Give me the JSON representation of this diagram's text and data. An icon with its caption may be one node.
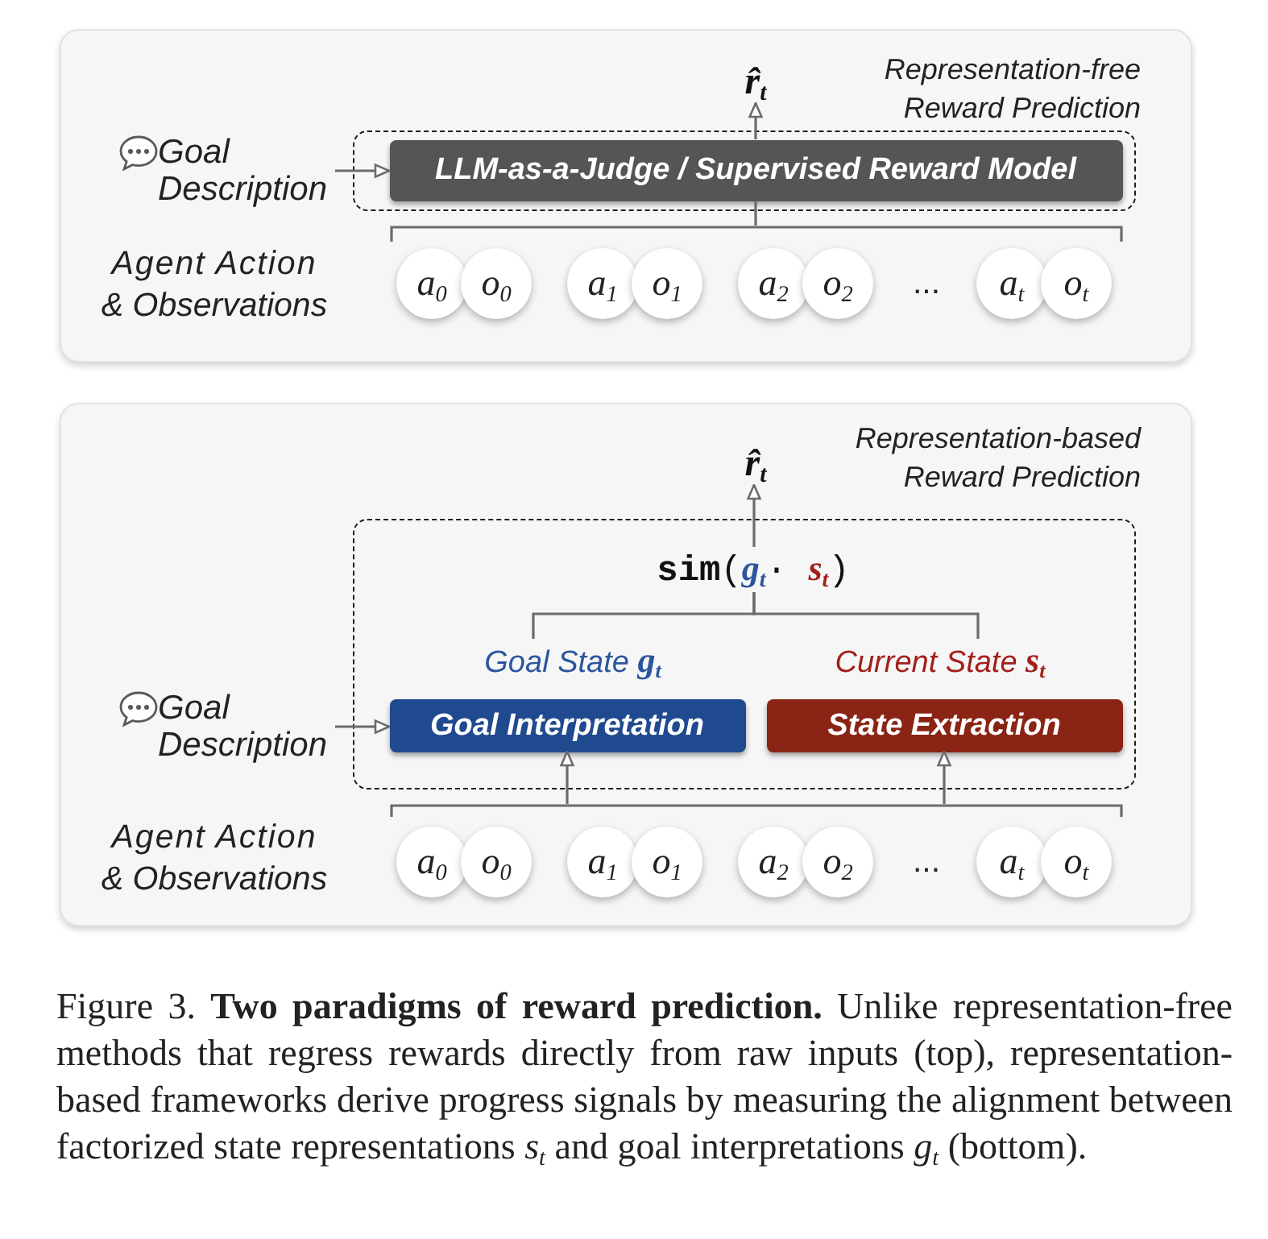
{
  "diagram": {
    "caption": "Figure 3. **Two paradigms of reward prediction.** Unlike representation-free methods that regress rewards directly from raw inputs (top), representation-based frameworks derive progress signals by measuring the alignment between factorized state representations *s*$_{t}$ and goal interpretations *g*$_{t}$ (bottom).",
    "nodes": [
      {
        "text": [
          "Representation-free Reward Prediction"
        ]
      },
      {
        "text": [
          "r̂$_{t}$"
        ],
        "in": 0
      },
      {
        "text": [
          "Goal Description"
        ],
        "in": 0
      },
      {
        "text": [],
        "shape": "box",
        "in": 0
      },
      {
        "text": [
          "LLM-as-a-Judge / Supervised Reward Model"
        ],
        "in": 3
      },
      {
        "text": [],
        "shape": "bracket",
        "in": 0
      },
      {
        "text": [
          "a$_{0}$"
        ],
        "in": 0
      },
      {
        "text": [
          "o$_{0}$"
        ],
        "in": 0
      },
      {
        "text": [
          "a$_{1}$"
        ],
        "in": 0
      },
      {
        "text": [
          "o$_{1}$"
        ],
        "in": 0
      },
      {
        "text": [
          "a$_{2}$"
        ],
        "in": 0
      },
      {
        "text": [
          "o$_{2}$"
        ],
        "in": 0
      },
      {
        "text": [
          "a$_{t}$"
        ],
        "in": 0
      },
      {
        "text": [
          "o$_{t}$"
        ],
        "in": 0
      },
      {
        "text": [
          "Representation-based Reward Prediction"
        ]
      },
      {
        "text": [
          "r̂$_{t}$"
        ],
        "in": 14
      },
      {
        "text": [],
        "shape": "box",
        "in": 14
      },
      {
        "text": [
          "**sim**(**g**$_{t}$· **s**$_{t}$)"
        ],
        "in": 16
      },
      {
        "text": [
          "Goal State **g**$_{t}$"
        ],
        "in": 16
      },
      {
        "text": [
          "Current State **s**$_{t}$"
        ],
        "in": 16
      },
      {
        "text": [
          "Goal Description"
        ],
        "in": 14
      },
      {
        "text": [
          "Goal Interpretation"
        ],
        "in": 16
      },
      {
        "text": [
          "State Extraction"
        ],
        "in": 16
      },
      {
        "text": [],
        "shape": "bracket",
        "in": 14
      },
      {
        "text": [
          "a$_{0}$"
        ],
        "in": 14
      },
      {
        "text": [
          "o$_{0}$"
        ],
        "in": 14
      },
      {
        "text": [
          "a$_{1}$"
        ],
        "in": 14
      },
      {
        "text": [
          "o$_{1}$"
        ],
        "in": 14
      },
      {
        "text": [
          "a$_{2}$"
        ],
        "in": 14
      },
      {
        "text": [
          "o$_{2}$"
        ],
        "in": 14
      },
      {
        "text": [
          "a$_{t}$"
        ],
        "in": 14
      },
      {
        "text": [
          "o$_{t}$"
        ],
        "in": 14
      }
    ],
    "edges": [
      {
        "from": 2,
        "to": 4,
        "arrow": "to"
      },
      {
        "from": 4,
        "to": 1,
        "arrow": "to"
      },
      {
        "from": 5,
        "to": 4,
        "arrow": "none"
      },
      {
        "from": 17,
        "to": 15,
        "arrow": "to"
      },
      {
        "from": 18,
        "to": 17,
        "arrow": "none"
      },
      {
        "from": 19,
        "to": 17,
        "arrow": "none"
      },
      {
        "from": 20,
        "to": 21,
        "arrow": "to"
      },
      {
        "from": 23,
        "to": 21,
        "arrow": "to"
      },
      {
        "from": 23,
        "to": 22,
        "arrow": "to"
      }
    ],
    "labels": [
      "Agent Action & Observations",
      "...",
      "Agent Action & Observations",
      "..."
    ]
  }
}
